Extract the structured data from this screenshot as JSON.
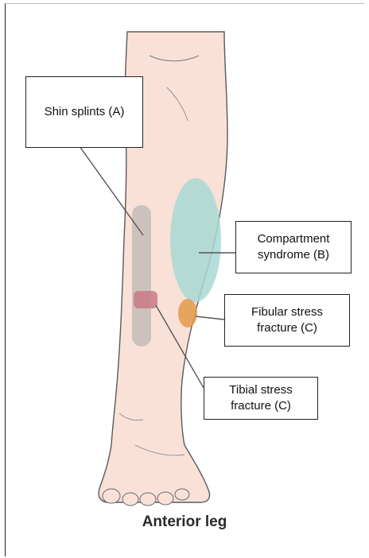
{
  "labels": {
    "shin_splints": "Shin splints (A)",
    "compartment": "Compartment\nsyndrome (B)",
    "fibular": "Fibular stress\nfracture (C)",
    "tibial": "Tibial stress\nfracture (C)"
  },
  "caption": "Anterior leg",
  "colors": {
    "skin": "#f9e1d8",
    "outline": "#5a5a5a",
    "shin_splints_region": "#bdb5b5",
    "compartment_region": "#a9d8d3",
    "fibular_region": "#e39a4a",
    "tibial_region": "#c97a86",
    "leader_line": "#555555"
  }
}
